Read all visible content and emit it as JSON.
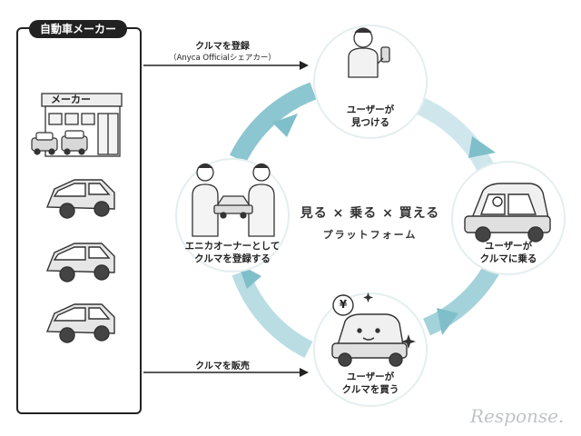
{
  "maker": {
    "tag": "自動車メーカー",
    "building_sign": "メーカー"
  },
  "flows": {
    "register_line1": "クルマを登録",
    "register_line2": "（Anyca Officialシェアカー）",
    "sell": "クルマを販売"
  },
  "center": {
    "title": "見る × 乗る × 買える",
    "subtitle": "プラットフォーム"
  },
  "nodes": {
    "top": {
      "line1": "ユーザーが",
      "line2": "見つける"
    },
    "right": {
      "line1": "ユーザーが",
      "line2": "クルマに乗る"
    },
    "bottom": {
      "line1": "ユーザーが",
      "line2": "クルマを買う"
    },
    "left": {
      "line1": "エニカオーナーとして",
      "line2": "クルマを登録する"
    }
  },
  "coin_symbol": "¥",
  "logo": "Response.",
  "colors": {
    "ring_light": "#d3eaee",
    "ring_mid": "#9fd0d8",
    "ring_dark": "#6fb6c2",
    "outline": "#222222"
  },
  "icons": [
    "building-icon",
    "car-icon",
    "person-phone-icon",
    "person-driving-icon",
    "handshake-icon",
    "yen-coin-icon",
    "sparkle-icon",
    "arrow-right-icon"
  ]
}
